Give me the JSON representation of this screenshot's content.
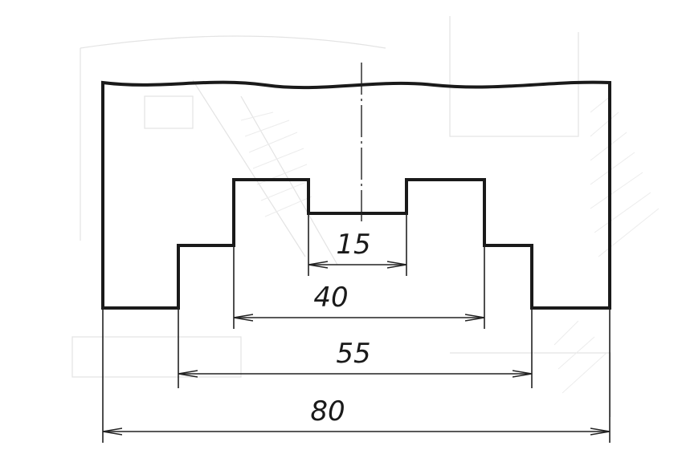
{
  "drawing": {
    "colors": {
      "line": "#1a1a1a",
      "background": "#ffffff"
    },
    "dimensions": [
      {
        "id": "dim-15",
        "label": "15"
      },
      {
        "id": "dim-40",
        "label": "40"
      },
      {
        "id": "dim-55",
        "label": "55"
      },
      {
        "id": "dim-80",
        "label": "80"
      }
    ]
  }
}
